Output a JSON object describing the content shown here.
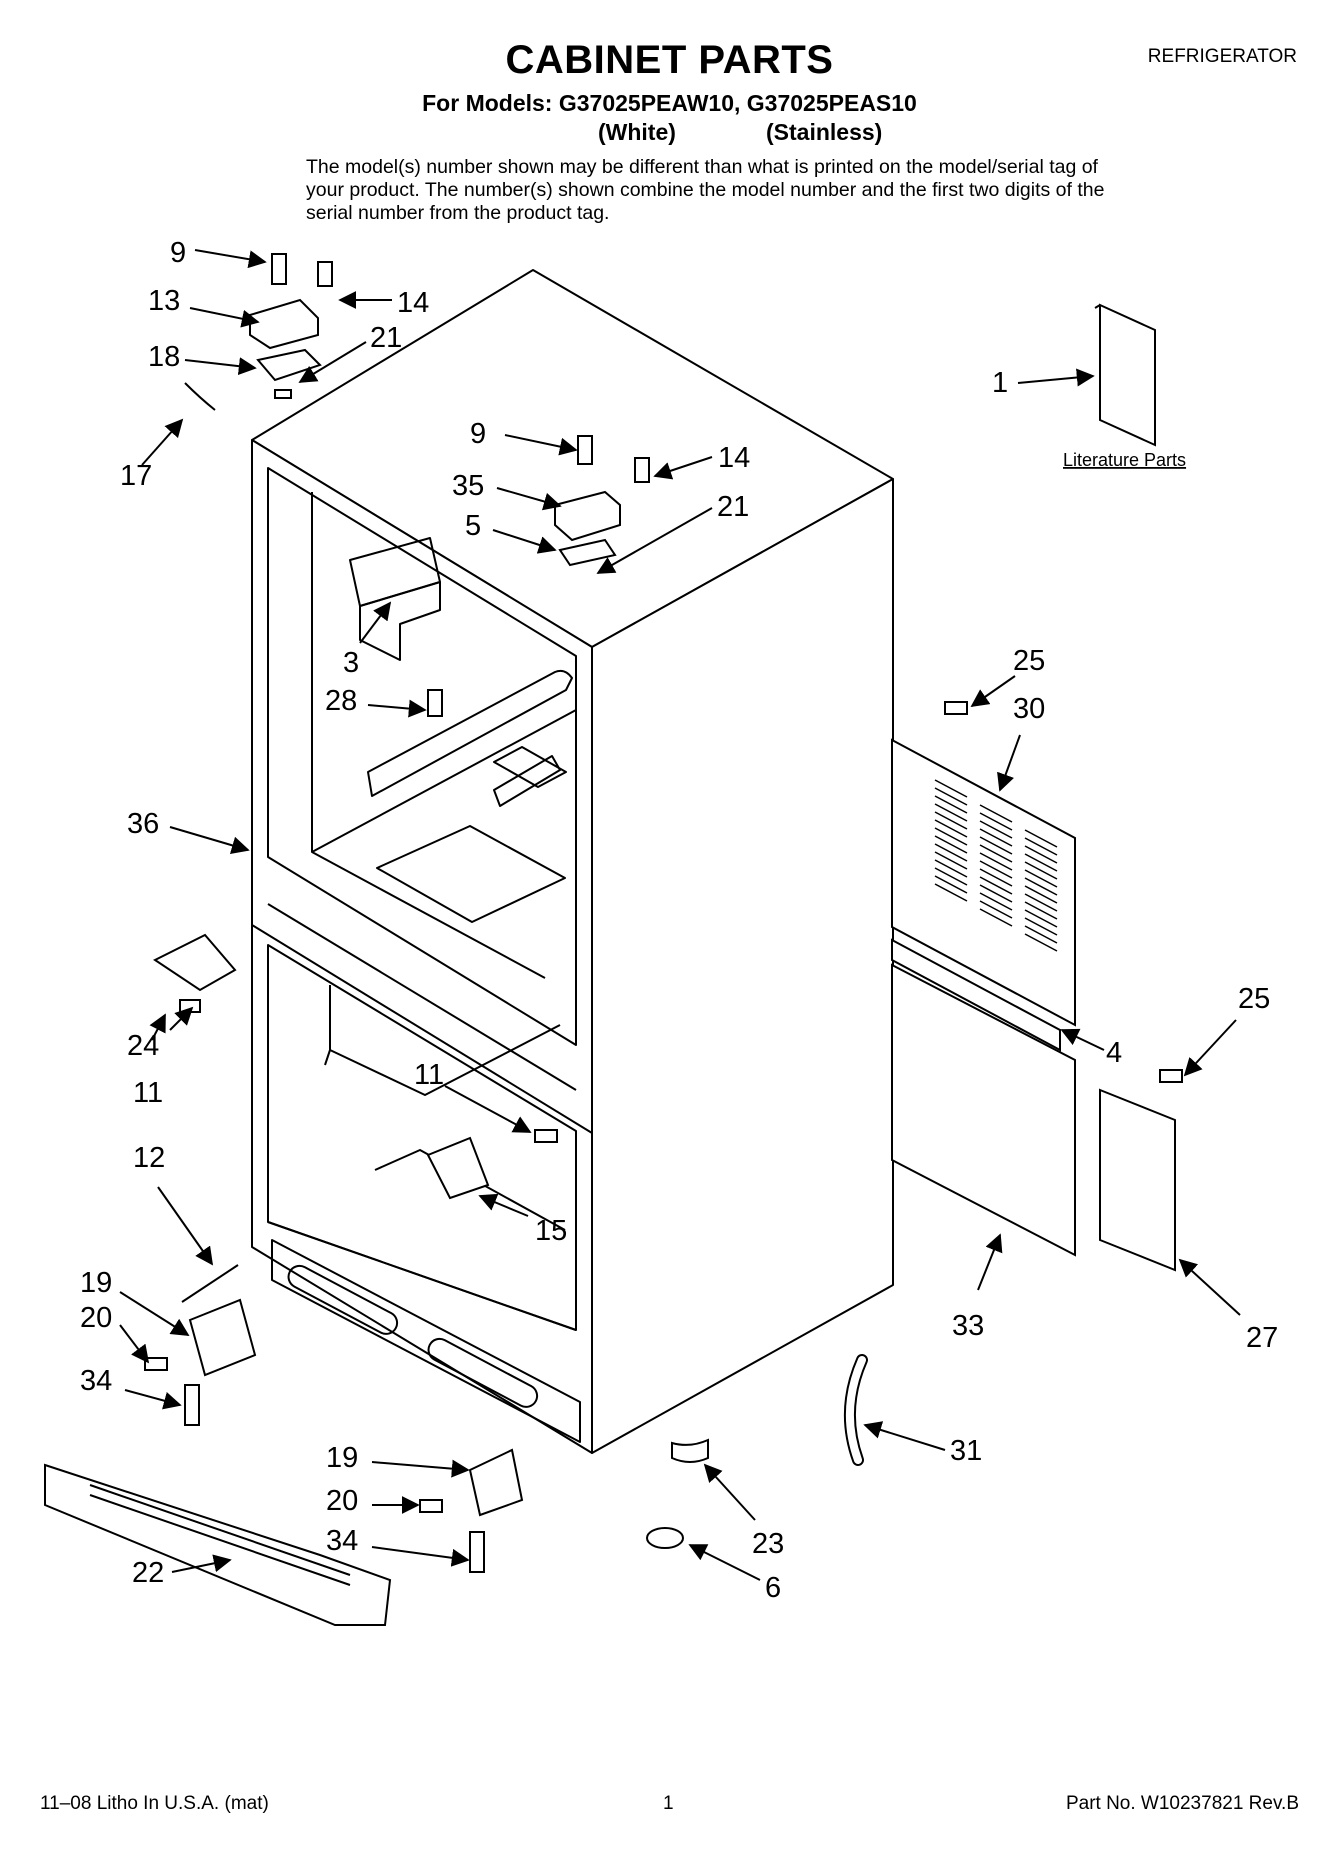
{
  "header": {
    "title": "CABINET PARTS",
    "category": "REFRIGERATOR",
    "models_line": "For Models: G37025PEAW10, G37025PEAS10",
    "variant_white": "(White)",
    "variant_stainless": "(Stainless)",
    "note": "The model(s) number shown may be different than what is printed on the model/serial tag of your product. The number(s) shown combine the model number and the first two digits of the serial number from the product tag."
  },
  "diagram": {
    "literature_label": "Literature Parts",
    "callouts": [
      {
        "id": "c9a",
        "label": "9"
      },
      {
        "id": "c13",
        "label": "13"
      },
      {
        "id": "c14a",
        "label": "14"
      },
      {
        "id": "c18",
        "label": "18"
      },
      {
        "id": "c21a",
        "label": "21"
      },
      {
        "id": "c17",
        "label": "17"
      },
      {
        "id": "c1",
        "label": "1"
      },
      {
        "id": "c9b",
        "label": "9"
      },
      {
        "id": "c14b",
        "label": "14"
      },
      {
        "id": "c35",
        "label": "35"
      },
      {
        "id": "c5",
        "label": "5"
      },
      {
        "id": "c21b",
        "label": "21"
      },
      {
        "id": "c3",
        "label": "3"
      },
      {
        "id": "c28",
        "label": "28"
      },
      {
        "id": "c25a",
        "label": "25"
      },
      {
        "id": "c30",
        "label": "30"
      },
      {
        "id": "c36",
        "label": "36"
      },
      {
        "id": "c24",
        "label": "24"
      },
      {
        "id": "c11a",
        "label": "11"
      },
      {
        "id": "c11b",
        "label": "11"
      },
      {
        "id": "c4",
        "label": "4"
      },
      {
        "id": "c25b",
        "label": "25"
      },
      {
        "id": "c15",
        "label": "15"
      },
      {
        "id": "c12",
        "label": "12"
      },
      {
        "id": "c19a",
        "label": "19"
      },
      {
        "id": "c20a",
        "label": "20"
      },
      {
        "id": "c34a",
        "label": "34"
      },
      {
        "id": "c33",
        "label": "33"
      },
      {
        "id": "c27",
        "label": "27"
      },
      {
        "id": "c31",
        "label": "31"
      },
      {
        "id": "c19b",
        "label": "19"
      },
      {
        "id": "c20b",
        "label": "20"
      },
      {
        "id": "c34b",
        "label": "34"
      },
      {
        "id": "c23",
        "label": "23"
      },
      {
        "id": "c6",
        "label": "6"
      },
      {
        "id": "c22",
        "label": "22"
      }
    ]
  },
  "footer": {
    "left": "11–08 Litho In U.S.A. (mat)",
    "page": "1",
    "part_no": "Part No. W10237821 Rev.B"
  }
}
